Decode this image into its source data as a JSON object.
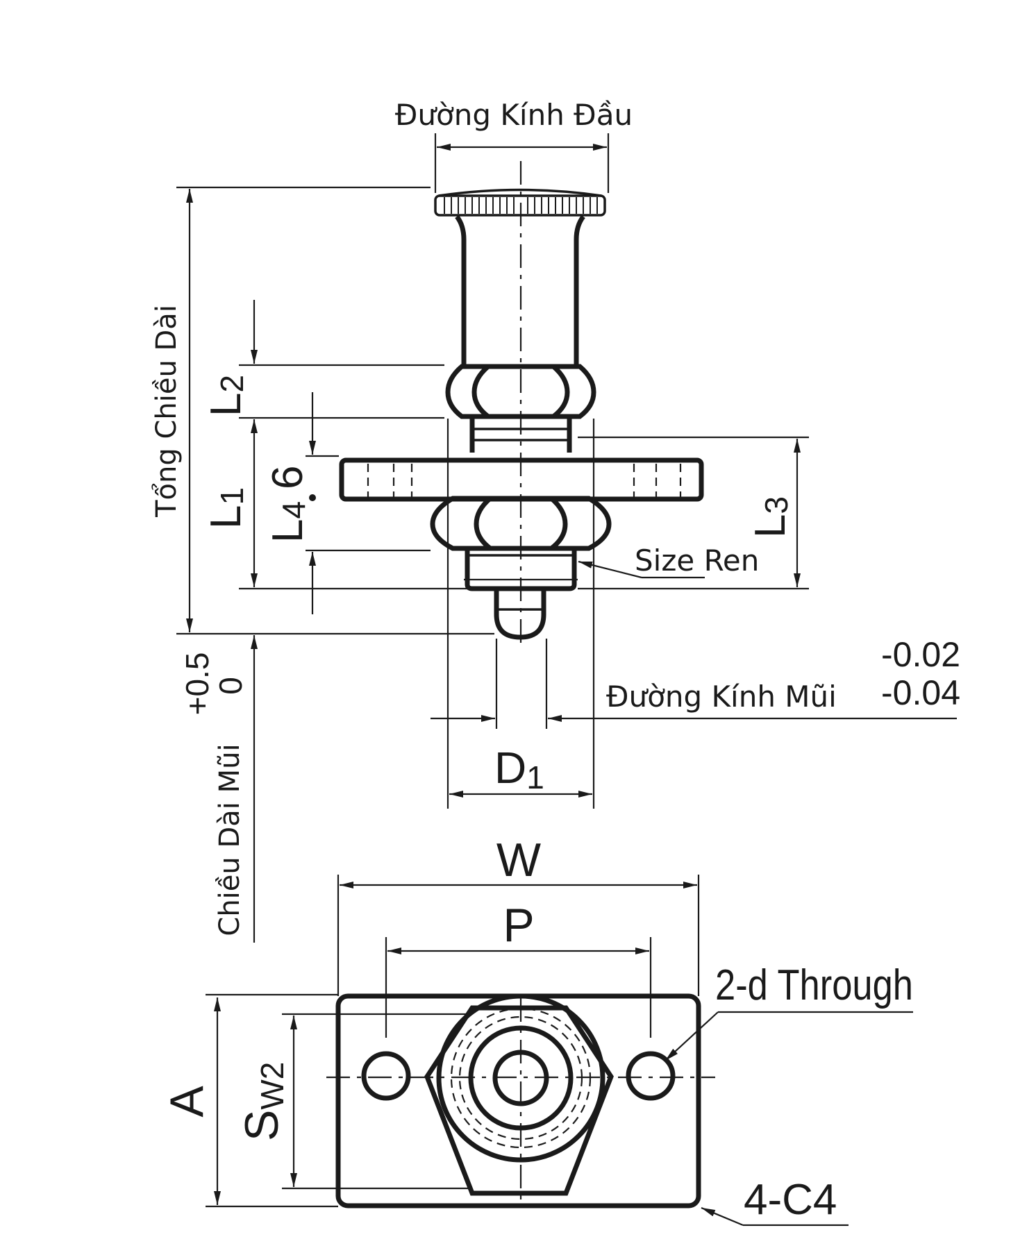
{
  "labels": {
    "head_diameter": "Đường Kính Đầu",
    "total_length": "Tổng Chiều Dài",
    "nose_length": "Chiều Dài Mũi",
    "nose_length_tol_upper": "+0.5",
    "nose_length_tol_lower": "0",
    "nose_diameter": "Đường Kính Mũi",
    "nose_diameter_tol_upper": "-0.02",
    "nose_diameter_tol_lower": "-0.04",
    "thread_size": "Size Ren",
    "l1": "L",
    "l1_sub": "1",
    "l2": "L",
    "l2_sub": "2",
    "l3": "L",
    "l3_sub": "3",
    "l4": "L",
    "l4_sub": "4",
    "l4_value": "6",
    "d1": "D",
    "d1_sub": "1",
    "w": "W",
    "p": "P",
    "a": "A",
    "sw2": "S",
    "sw2_sub": "W2",
    "through_holes": "2-d Through",
    "chamfer": "4-C4"
  }
}
